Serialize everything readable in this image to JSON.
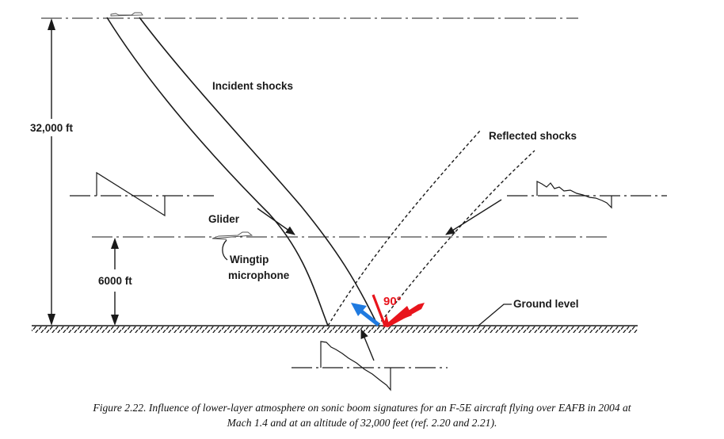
{
  "labels": {
    "altitude": "32,000 ft",
    "glider_altitude": "6000 ft",
    "incident": "Incident shocks",
    "reflected": "Reflected shocks",
    "glider": "Glider",
    "wingtip_line1": "Wingtip",
    "wingtip_line2": "microphone",
    "ground": "Ground level",
    "angle": "90°"
  },
  "caption": {
    "line1": "Figure 2.22.  Influence of lower-layer atmosphere on sonic boom signatures for an F-5E aircraft flying over EAFB  in 2004 at",
    "line2": "Mach 1.4 and at an altitude of 32,000 feet (ref. 2.20 and 2.21)."
  },
  "colors": {
    "line": "#1a1a1a",
    "red_arrow": "#e8141c",
    "blue_arrow": "#1f7ae0"
  }
}
